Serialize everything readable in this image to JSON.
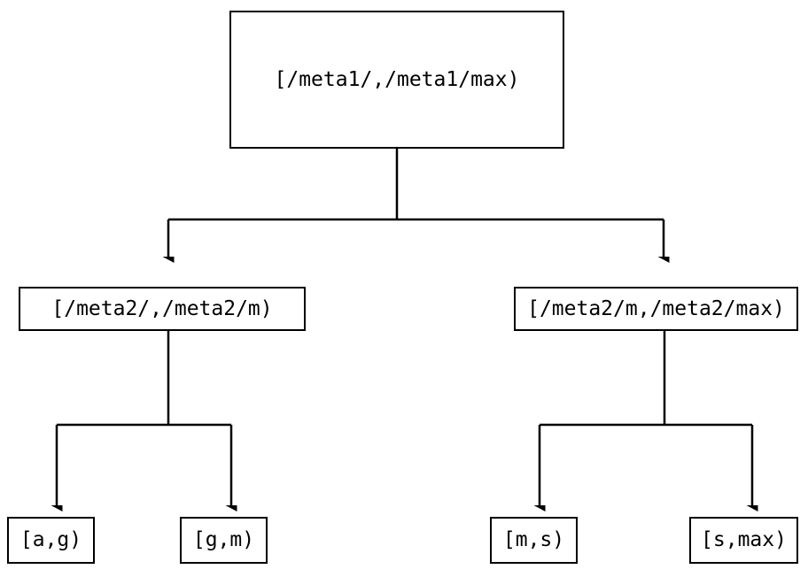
{
  "diagram": {
    "type": "binary-tree",
    "orientation": "top-down",
    "background_color": "#ffffff",
    "line_color": "#000000",
    "text_color": "#000000",
    "nodes": {
      "root": {
        "label": "[/meta1/,/meta1/max)"
      },
      "mid_left": {
        "label": "[/meta2/,/meta2/m)"
      },
      "mid_right": {
        "label": "[/meta2/m,/meta2/max)"
      },
      "leaf_ag": {
        "label": "[a,g)"
      },
      "leaf_gm": {
        "label": "[g,m)"
      },
      "leaf_ms": {
        "label": "[m,s)"
      },
      "leaf_smax": {
        "label": "[s,max)"
      }
    },
    "edges": [
      {
        "from": "root",
        "to": "mid_left",
        "arrow": "down"
      },
      {
        "from": "root",
        "to": "mid_right",
        "arrow": "down"
      },
      {
        "from": "mid_left",
        "to": "leaf_ag",
        "arrow": "down"
      },
      {
        "from": "mid_left",
        "to": "leaf_gm",
        "arrow": "down"
      },
      {
        "from": "mid_right",
        "to": "leaf_ms",
        "arrow": "down"
      },
      {
        "from": "mid_right",
        "to": "leaf_smax",
        "arrow": "down"
      }
    ]
  }
}
